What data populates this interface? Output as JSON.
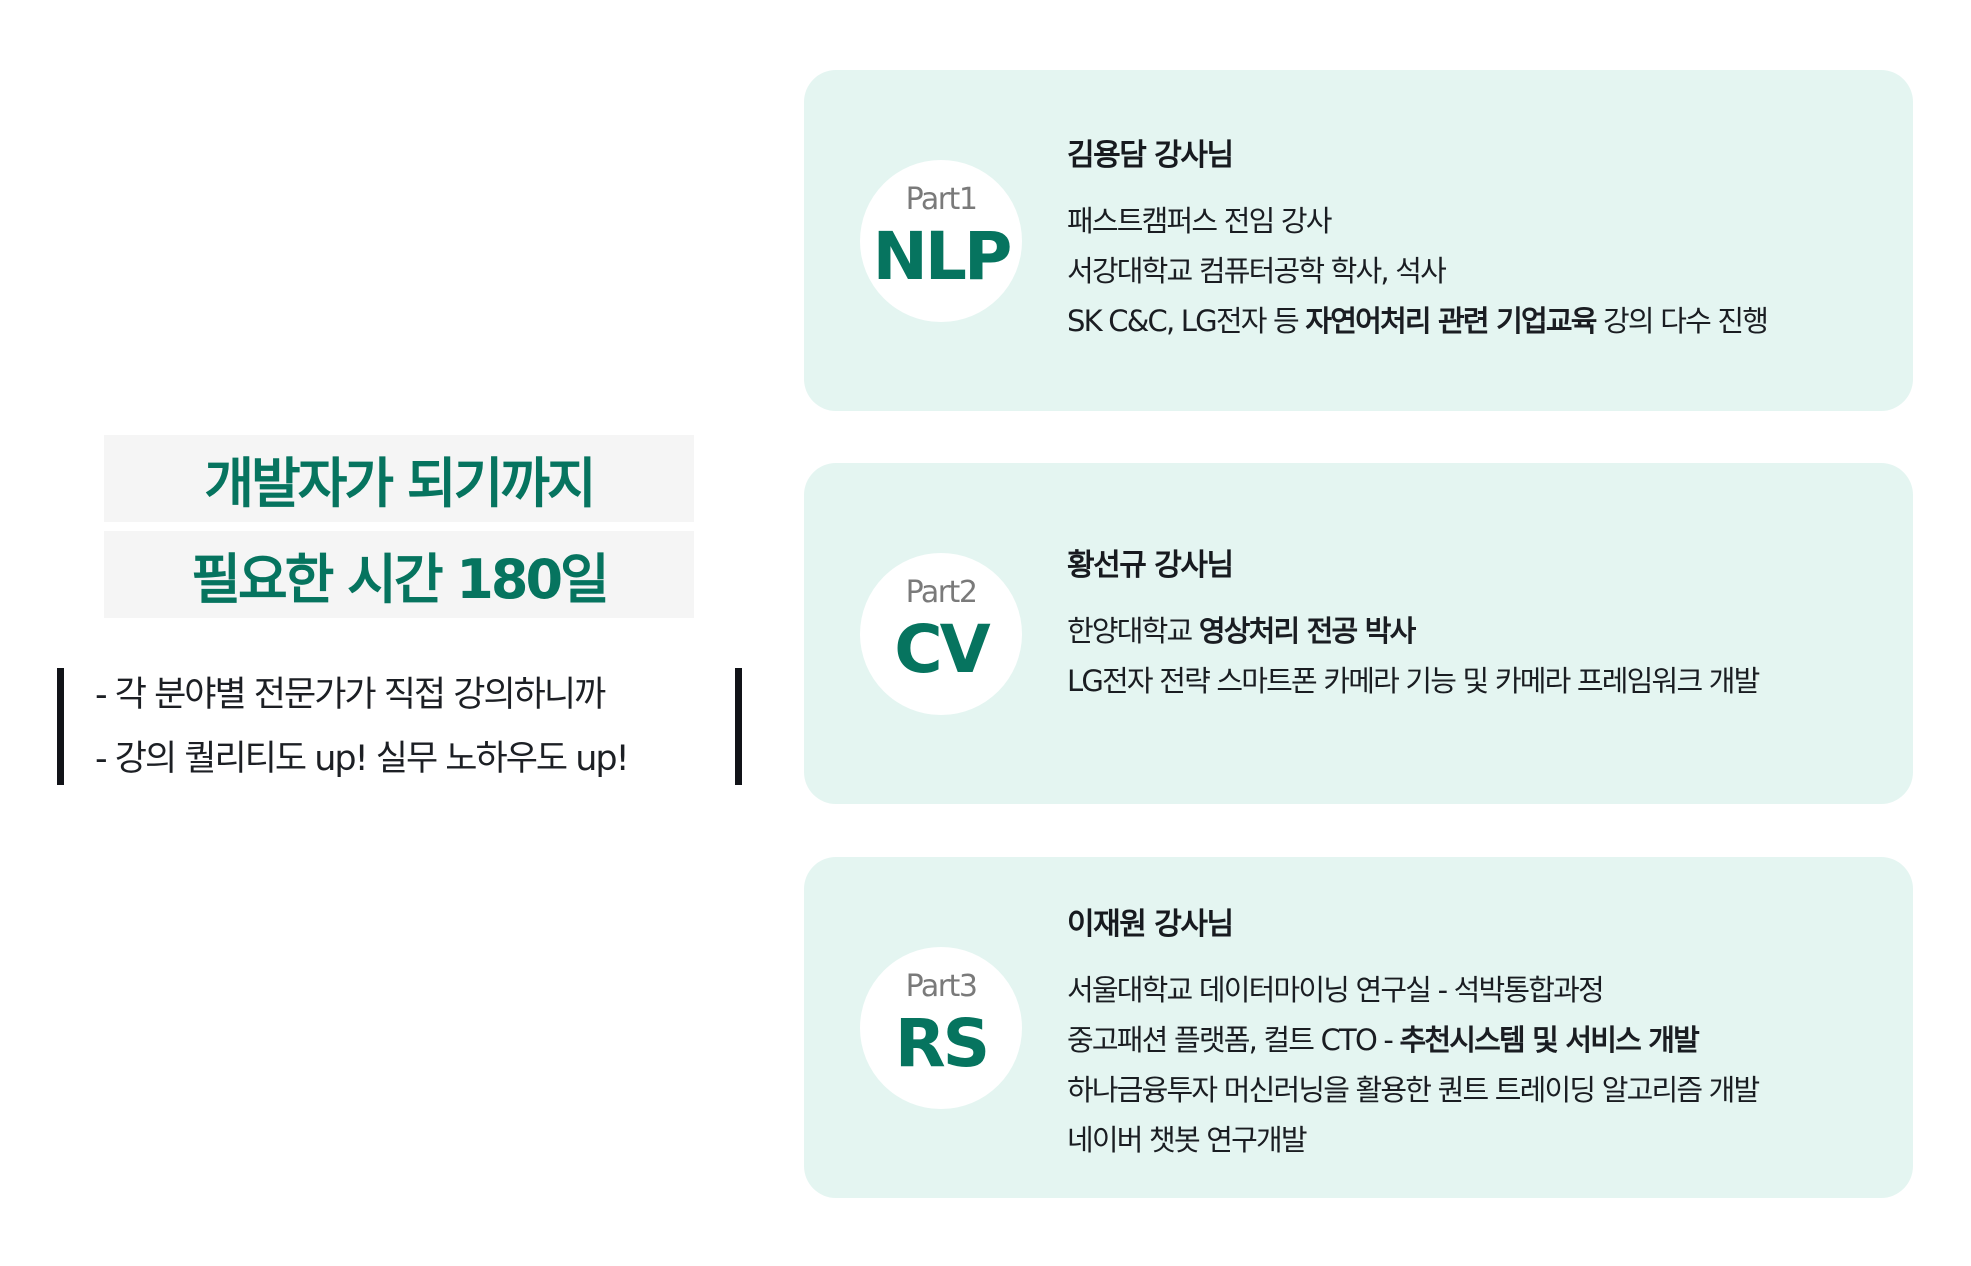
{
  "headline": {
    "line1": "개발자가 되기까지",
    "line2": "필요한 시간 180일"
  },
  "quote": {
    "line1": "- 각 분야별 전문가가 직접 강의하니까",
    "line2": "- 강의 퀄리티도 up! 실무 노하우도 up!"
  },
  "colors": {
    "accent": "#06745f",
    "card_bg": "#e4f5f1",
    "title_bg": "#f5f5f5",
    "bar": "#111318"
  },
  "cards": [
    {
      "part": "Part1",
      "abbr": "NLP",
      "name": "김용담 강사님",
      "lines": [
        {
          "pre": "패스트캠퍼스 전임 강사",
          "bold": "",
          "post": ""
        },
        {
          "pre": "서강대학교 컴퓨터공학 학사, 석사",
          "bold": "",
          "post": ""
        },
        {
          "pre": "SK C&C, LG전자 등 ",
          "bold": "자연어처리 관련 기업교육",
          "post": " 강의 다수 진행"
        }
      ]
    },
    {
      "part": "Part2",
      "abbr": "CV",
      "name": "황선규 강사님",
      "lines": [
        {
          "pre": "한양대학교 ",
          "bold": "영상처리 전공 박사",
          "post": ""
        },
        {
          "pre": "LG전자 전략 스마트폰 카메라 기능 및 카메라 프레임워크 개발",
          "bold": "",
          "post": ""
        }
      ]
    },
    {
      "part": "Part3",
      "abbr": "RS",
      "name": "이재원 강사님",
      "lines": [
        {
          "pre": "서울대학교 데이터마이닝 연구실 - 석박통합과정",
          "bold": "",
          "post": ""
        },
        {
          "pre": "중고패션 플랫폼, 컬트 CTO - ",
          "bold": "추천시스템 및 서비스 개발",
          "post": ""
        },
        {
          "pre": "하나금융투자 머신러닝을 활용한 퀀트 트레이딩 알고리즘 개발",
          "bold": "",
          "post": ""
        },
        {
          "pre": "네이버 챗봇 연구개발",
          "bold": "",
          "post": ""
        }
      ]
    }
  ]
}
